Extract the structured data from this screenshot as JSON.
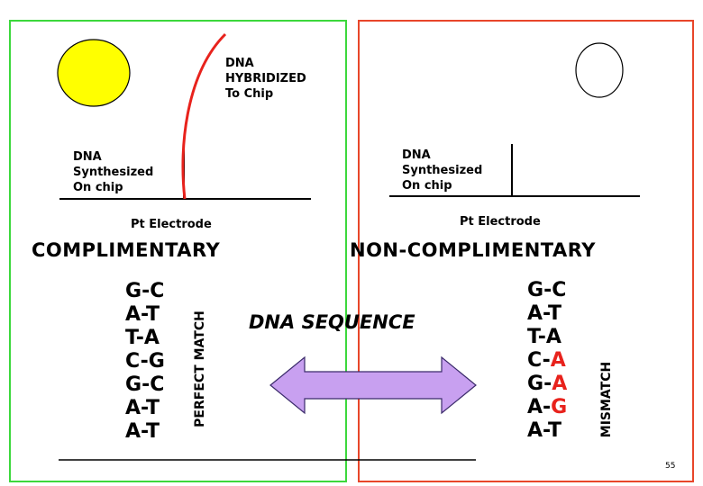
{
  "left": {
    "hybridized_label": "DNA\nHYBRIDIZED\nTo Chip",
    "synthesized_label": "DNA\nSynthesized\nOn chip",
    "electrode_label": "Pt Electrode",
    "heading": "COMPLIMENTARY",
    "sequence": [
      {
        "a": "G",
        "b": "C"
      },
      {
        "a": "A",
        "b": "T"
      },
      {
        "a": "T",
        "b": "A"
      },
      {
        "a": "C",
        "b": "G"
      },
      {
        "a": "G",
        "b": "C"
      },
      {
        "a": "A",
        "b": "T"
      },
      {
        "a": "A",
        "b": "T"
      }
    ],
    "vertical_label": "PERFECT MATCH",
    "indicator_color": "#ffff00"
  },
  "right": {
    "synthesized_label": "DNA\nSynthesized\nOn chip",
    "electrode_label": "Pt Electrode",
    "heading": "NON-COMPLIMENTARY",
    "sequence": [
      {
        "a": "G",
        "b": "C",
        "mismatch": false
      },
      {
        "a": "A",
        "b": "T",
        "mismatch": false
      },
      {
        "a": "T",
        "b": "A",
        "mismatch": false
      },
      {
        "a": "C",
        "b": "A",
        "mismatch": true
      },
      {
        "a": "G",
        "b": "A",
        "mismatch": true
      },
      {
        "a": "A",
        "b": "G",
        "mismatch": true
      },
      {
        "a": "A",
        "b": "T",
        "mismatch": false
      }
    ],
    "vertical_label": "MISMATCH",
    "indicator_color": "#ffffff"
  },
  "center": {
    "dna_sequence_label": "DNA SEQUENCE",
    "arrow_color": "#c8a0f0"
  },
  "page_number": "55",
  "colors": {
    "left_border": "#3cd83c",
    "right_border": "#e8462a",
    "hybridized_strand": "#e8221c",
    "mismatch_text": "#e8221c"
  }
}
